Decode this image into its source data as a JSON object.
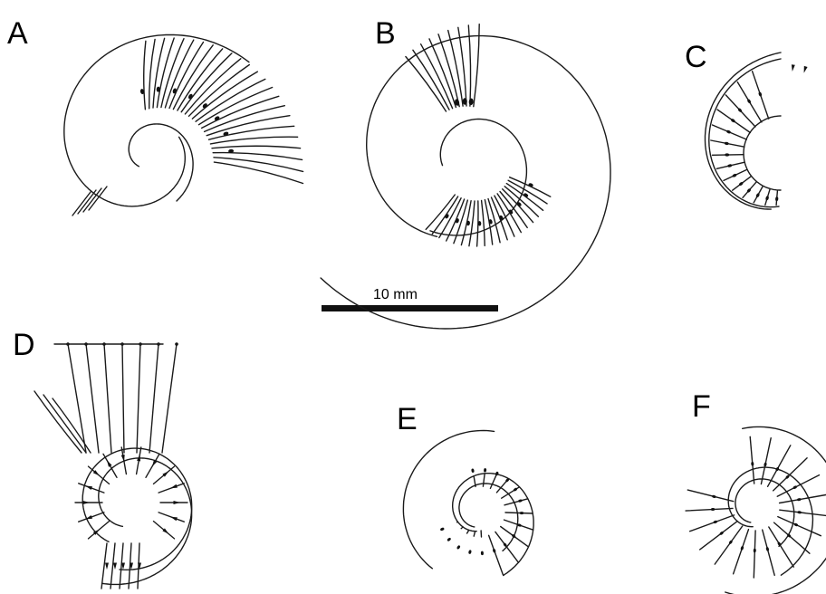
{
  "panels": [
    {
      "id": "A",
      "label": "A"
    },
    {
      "id": "B",
      "label": "B"
    },
    {
      "id": "C",
      "label": "C"
    },
    {
      "id": "D",
      "label": "D"
    },
    {
      "id": "E",
      "label": "E"
    },
    {
      "id": "F",
      "label": "F"
    }
  ],
  "scale_bar": {
    "label": "10 mm"
  },
  "colors": {
    "ink": "#1a1a1a",
    "background": "#ffffff"
  }
}
